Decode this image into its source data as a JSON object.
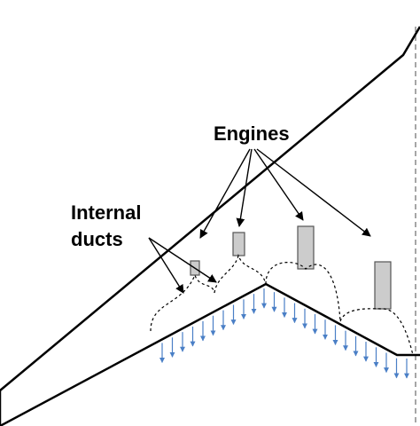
{
  "labels": {
    "engines": "Engines",
    "internal_line1": "Internal",
    "internal_line2": "ducts"
  },
  "colors": {
    "outline": "#000000",
    "engine_fill": "#cccccc",
    "engine_stroke": "#555555",
    "flow_arrow": "#4a7fc6",
    "centerline": "#888888"
  },
  "engine_count": 4,
  "duct_count": 4
}
